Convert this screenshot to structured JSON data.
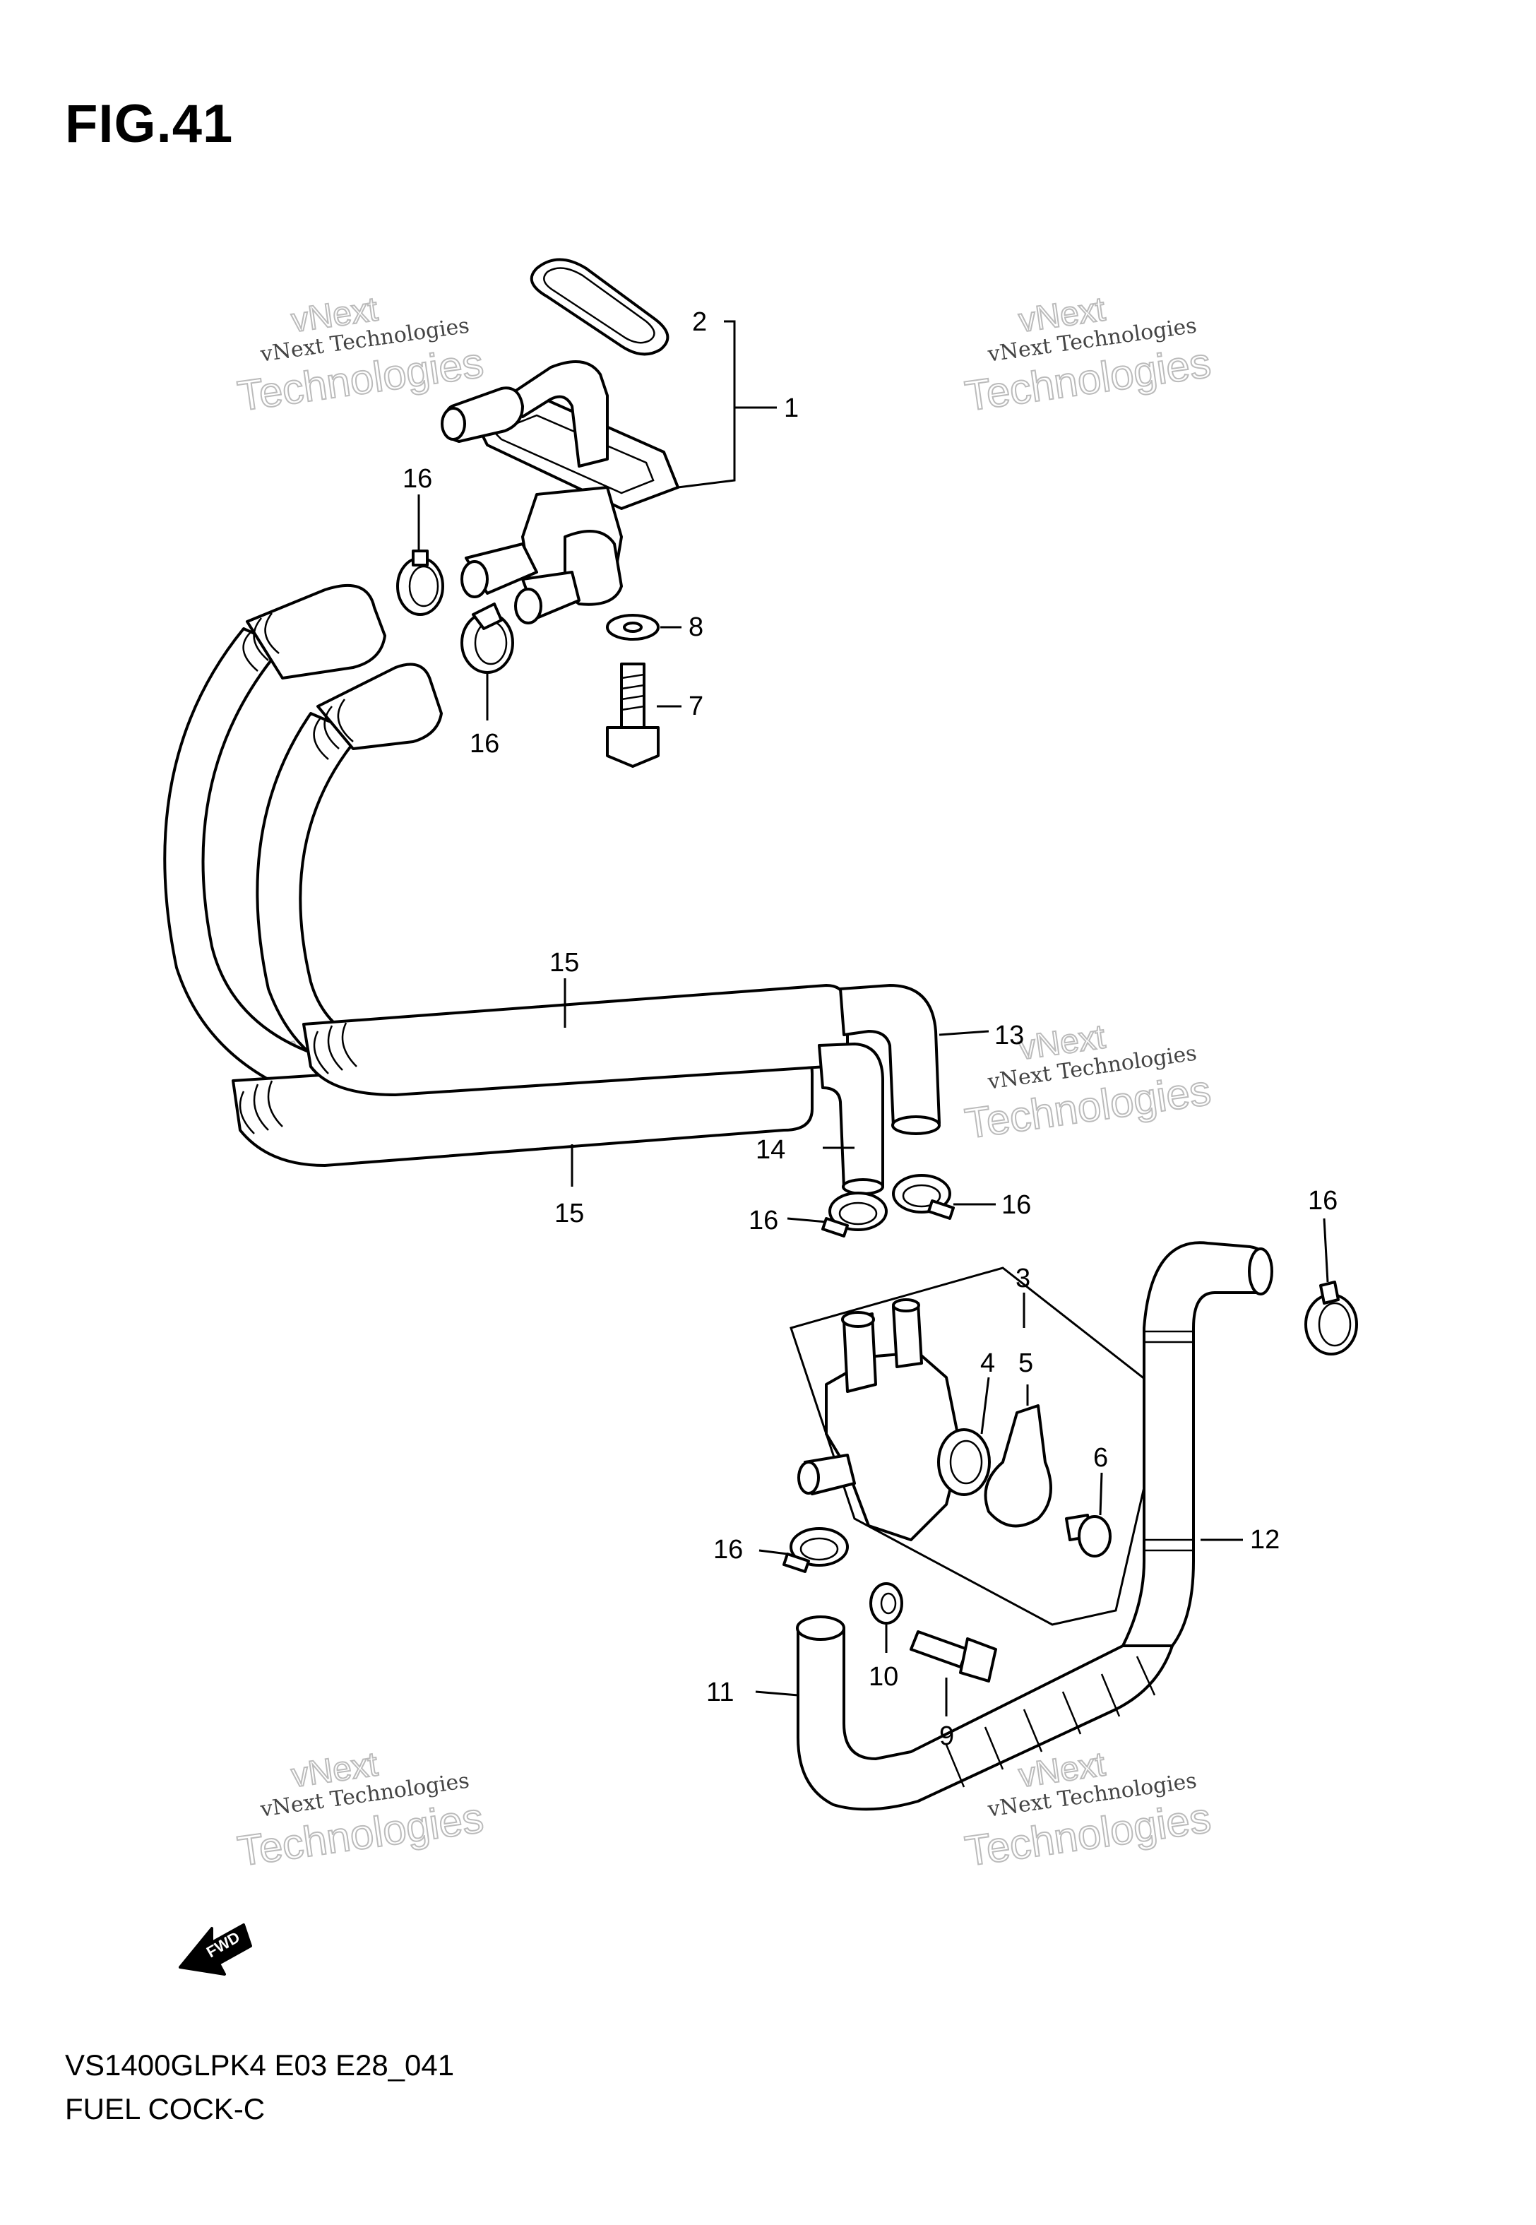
{
  "figure": {
    "title": "FIG.41"
  },
  "footer": {
    "model_code": "VS1400GLPK4 E03 E28_041",
    "name": "FUEL COCK-C"
  },
  "direction_arrow": {
    "label": "FWD"
  },
  "watermark": {
    "line1": "vNext Technologies",
    "line2": "Technologies",
    "line3": "vNext"
  },
  "callouts": [
    {
      "label": "1"
    },
    {
      "label": "2"
    },
    {
      "label": "16"
    },
    {
      "label": "8"
    },
    {
      "label": "7"
    },
    {
      "label": "16"
    },
    {
      "label": "15"
    },
    {
      "label": "13"
    },
    {
      "label": "14"
    },
    {
      "label": "15"
    },
    {
      "label": "16"
    },
    {
      "label": "16"
    },
    {
      "label": "16"
    },
    {
      "label": "3"
    },
    {
      "label": "4"
    },
    {
      "label": "5"
    },
    {
      "label": "6"
    },
    {
      "label": "12"
    },
    {
      "label": "16"
    },
    {
      "label": "11"
    },
    {
      "label": "10"
    },
    {
      "label": "9"
    }
  ]
}
